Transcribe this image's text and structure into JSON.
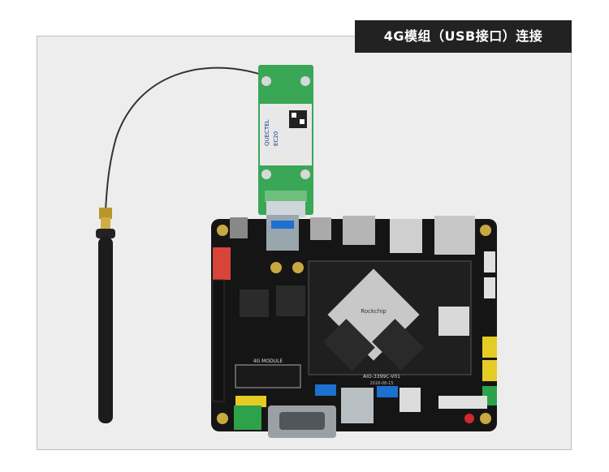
{
  "title_tag": {
    "text": "4G模组（USB接口）连接"
  },
  "module": {
    "brand": "QUECTEL",
    "model": "EC20"
  },
  "board": {
    "name": "AIO-3399C-V01",
    "date": "2018-08-15",
    "silkscreen_4g": "4G MODULE"
  },
  "chip": {
    "brand": "Rockchip"
  },
  "colors": {
    "frame_bg": "#ededed",
    "tag_bg": "#222222",
    "pcb_black": "#151515",
    "module_green": "#3aa757"
  }
}
